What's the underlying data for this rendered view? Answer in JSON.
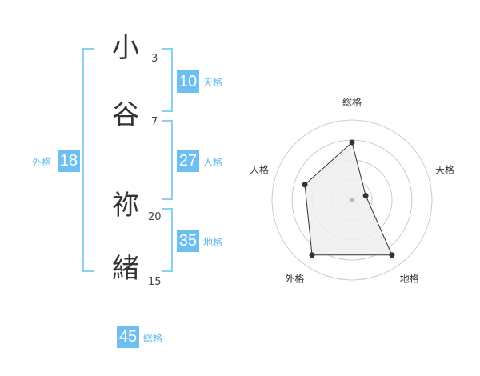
{
  "name_chars": [
    {
      "char": "小",
      "strokes": "3"
    },
    {
      "char": "谷",
      "strokes": "7"
    },
    {
      "char": "祢",
      "strokes": "20"
    },
    {
      "char": "緒",
      "strokes": "15"
    }
  ],
  "fortunes": {
    "tenkaku": {
      "label": "天格",
      "value": "10"
    },
    "jinkaku": {
      "label": "人格",
      "value": "27"
    },
    "chikaku": {
      "label": "地格",
      "value": "35"
    },
    "gaikaku": {
      "label": "外格",
      "value": "18"
    },
    "soukaku": {
      "label": "総格",
      "value": "45"
    }
  },
  "chart_data": {
    "type": "radar",
    "axes": [
      "総格",
      "天格",
      "地格",
      "外格",
      "人格"
    ],
    "values": [
      0.72,
      0.18,
      0.85,
      0.85,
      0.62
    ],
    "range": [
      0,
      1
    ],
    "rings": 4,
    "colors": {
      "fill": "#eeeeee",
      "line": "#333333",
      "ring": "#cccccc",
      "center": "#bbbbbb"
    }
  }
}
